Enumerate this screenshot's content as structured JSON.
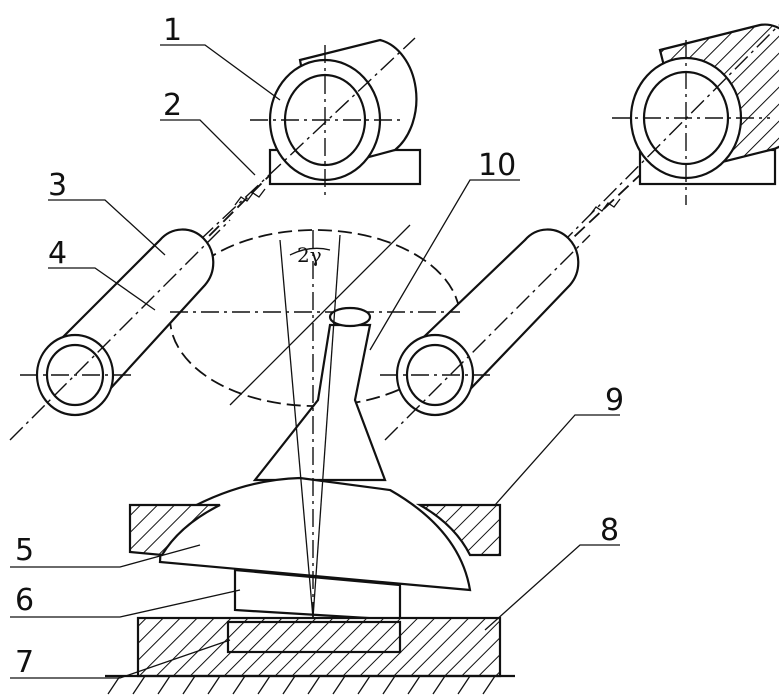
{
  "labels": {
    "l1": "1",
    "l2": "2",
    "l3": "3",
    "l4": "4",
    "l5": "5",
    "l6": "6",
    "l7": "7",
    "l8": "8",
    "l9": "9",
    "l10": "10",
    "angle": "2γ"
  }
}
